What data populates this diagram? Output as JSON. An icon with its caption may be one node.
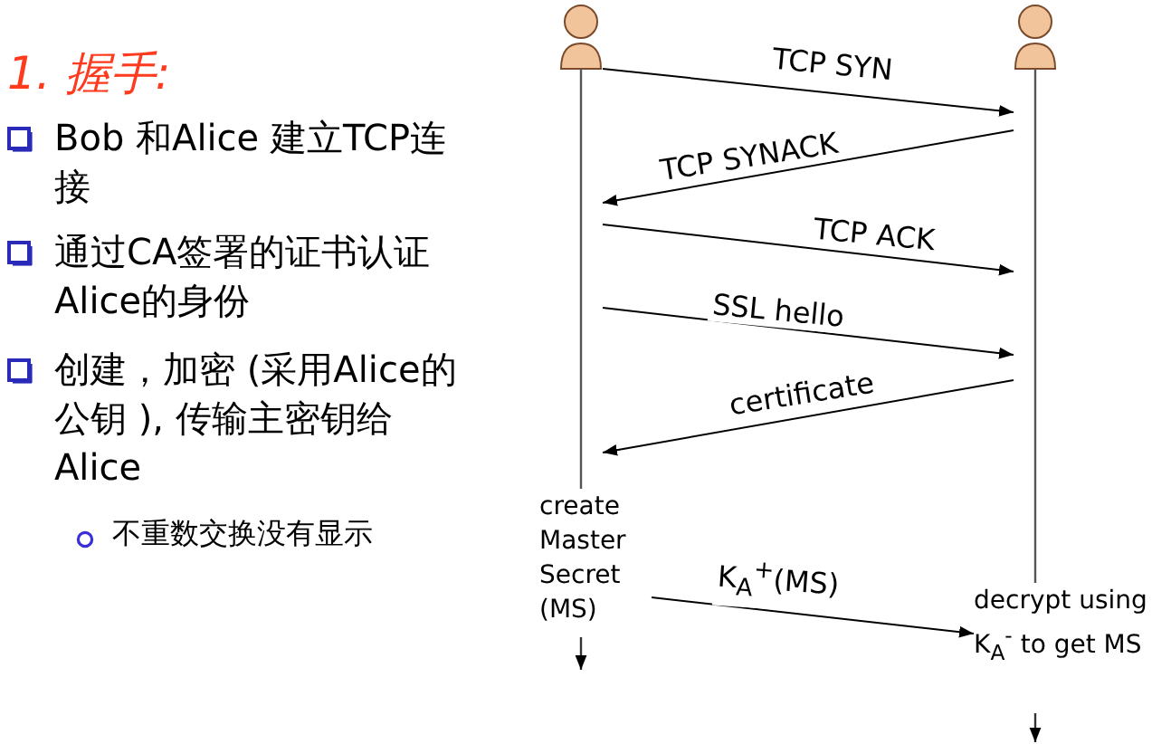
{
  "diagram": {
    "title": "1. 握手:",
    "nodes": [
      {
        "text": [],
        "shape": "person"
      },
      {
        "text": [],
        "shape": "person"
      },
      {
        "text": [
          "create Master Secret (MS)"
        ]
      },
      {
        "text": [
          "decrypt using K$_{A}$$^{-}$ to get MS"
        ]
      }
    ],
    "edges": [
      {
        "from": 0,
        "to": 1,
        "arrow": "to",
        "label": "TCP SYN"
      },
      {
        "from": 1,
        "to": 0,
        "arrow": "to",
        "label": "TCP SYNACK"
      },
      {
        "from": 0,
        "to": 1,
        "arrow": "to",
        "label": "TCP ACK"
      },
      {
        "from": 0,
        "to": 1,
        "arrow": "to",
        "label": "SSL hello"
      },
      {
        "from": 1,
        "to": 0,
        "arrow": "to",
        "label": "certificate"
      },
      {
        "from": 2,
        "to": 3,
        "arrow": "to",
        "label": "K$_{A}$$^{+}$(MS)"
      }
    ],
    "labels": [
      "Bob 和Alice 建立TCP连接",
      "通过CA签署的证书认证 Alice的身份",
      "创建，加密 (采用Alice的公钥 ), 传输主密钥给Alice",
      "不重数交换没有显示"
    ]
  }
}
